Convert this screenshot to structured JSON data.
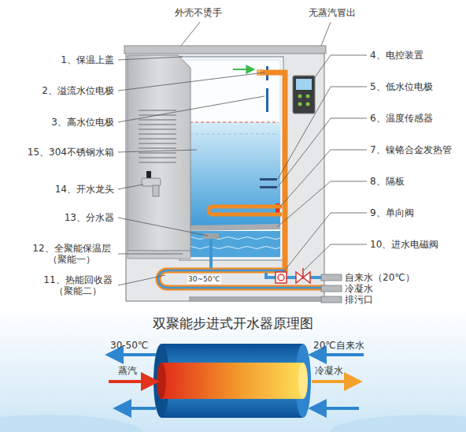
{
  "diagram": {
    "title": "双聚能步进式开水器原理图",
    "labels": [
      "外壳不烫手",
      "无蒸汽冒出",
      "1、保温上盖",
      "4、电控装置",
      "2、溢流水位电极",
      "5、低水位电极",
      "3、高水位电极",
      "6、温度传感器",
      "15、304不锈钢水箱",
      "7、镍铬合金发热管",
      "14、开水龙头",
      "8、隔板",
      "13、分水器",
      "9、单向阀",
      "12、全聚能保温层 （聚能一）",
      "10、进水电磁阀",
      "11、热能回收器 （聚能二）",
      "30~50℃",
      "自来水（20℃）",
      "冷凝水",
      "排污口",
      "30-50℃",
      "20℃自来水",
      "蒸汽",
      "冷凝水"
    ]
  }
}
